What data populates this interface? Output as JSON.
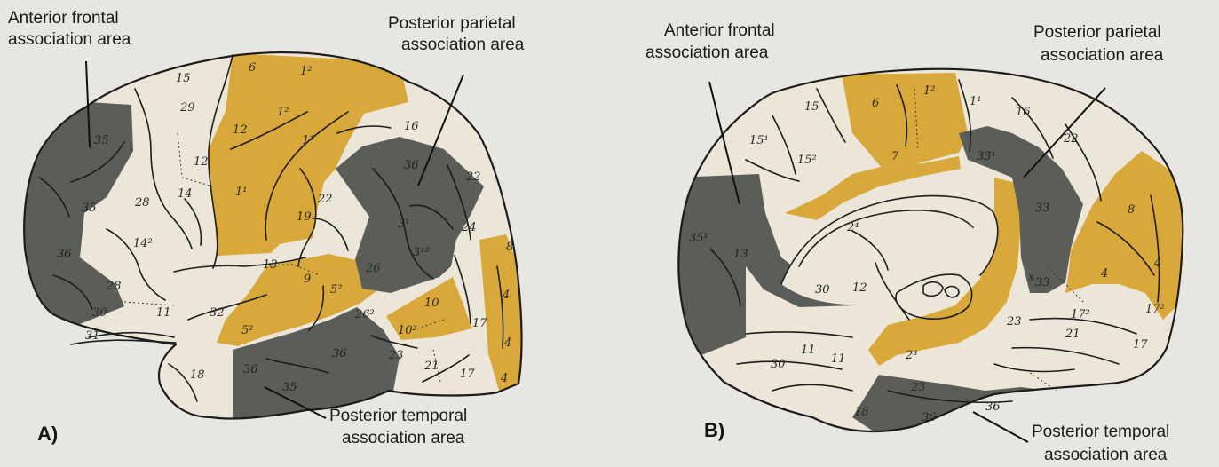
{
  "colors": {
    "background": "#e7e6e1",
    "cortex_light": "#ebe6d8",
    "association_dark": "#5b5e58",
    "motor_sensory_gold": "#d9a83a",
    "outline": "#1c1c1c"
  },
  "panels": [
    {
      "label": "A)",
      "callouts": {
        "frontal": [
          "Anterior frontal",
          "association area"
        ],
        "parietal": [
          "Posterior parietal",
          "association area"
        ],
        "temporal": [
          "Posterior temporal",
          "association area"
        ]
      },
      "area_numbers": [
        "15",
        "29",
        "12",
        "12",
        "6",
        "1²",
        "1²",
        "1¹",
        "1¹",
        "16",
        "22",
        "36",
        "35",
        "28",
        "14",
        "14²",
        "19",
        "22",
        "3¹",
        "3¹²",
        "24",
        "35",
        "8",
        "26",
        "28",
        "30",
        "11",
        "32",
        "31",
        "13",
        "26²",
        "9",
        "5²",
        "5²",
        "10",
        "10²",
        "17",
        "23",
        "18",
        "36",
        "36",
        "35",
        "21",
        "17",
        "4",
        "4",
        "4",
        "36"
      ]
    },
    {
      "label": "B)",
      "callouts": {
        "frontal": [
          "Anterior frontal",
          "association area"
        ],
        "parietal": [
          "Posterior parietal",
          "association area"
        ],
        "temporal": [
          "Posterior temporal",
          "association area"
        ]
      },
      "area_numbers": [
        "15",
        "15²",
        "15¹",
        "6",
        "1²",
        "1¹",
        "7",
        "16",
        "22",
        "33¹",
        "33",
        "35¹",
        "13",
        "2⁴",
        "30",
        "12",
        "33",
        "17²",
        "17²",
        "21",
        "23",
        "17",
        "18",
        "30",
        "11",
        "11",
        "23",
        "36",
        "36",
        "x",
        "2³",
        "4",
        "4",
        "8"
      ]
    }
  ]
}
